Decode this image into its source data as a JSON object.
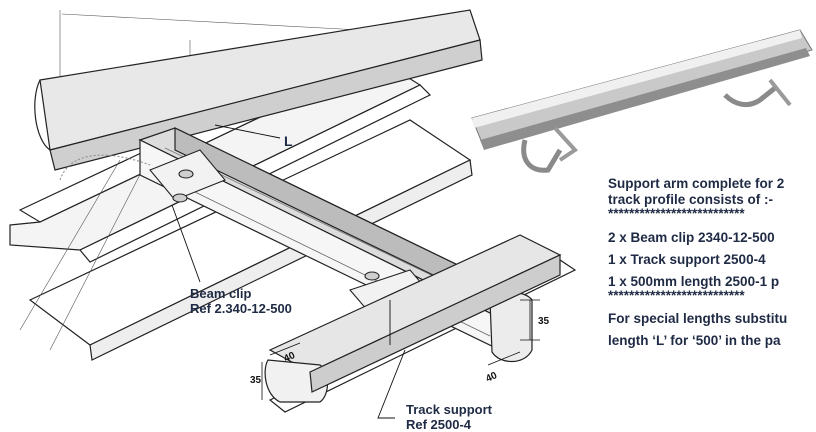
{
  "drawing": {
    "length_marker": "L",
    "beam_clip_label": [
      "Beam clip",
      "Ref 2.340-12-500"
    ],
    "track_support_label": [
      "Track support",
      "Ref 2500-4"
    ],
    "dimensions": [
      "40",
      "35",
      "35",
      "40"
    ]
  },
  "spec": {
    "heading": [
      "Support arm complete for 2",
      "track profile consists of :-"
    ],
    "separator": "**************************",
    "items": [
      "2 x Beam clip 2340-12-500",
      "1 x Track support 2500-4",
      "1 x 500mm length 2500-1 p"
    ],
    "note": [
      "For special lengths substitu",
      "length ‘L’ for ‘500’ in the pa"
    ]
  },
  "colors": {
    "text": "#1f2a44",
    "line": "#222222",
    "rail_light": "#d6d6d6",
    "rail_dark": "#8c8c8c"
  }
}
